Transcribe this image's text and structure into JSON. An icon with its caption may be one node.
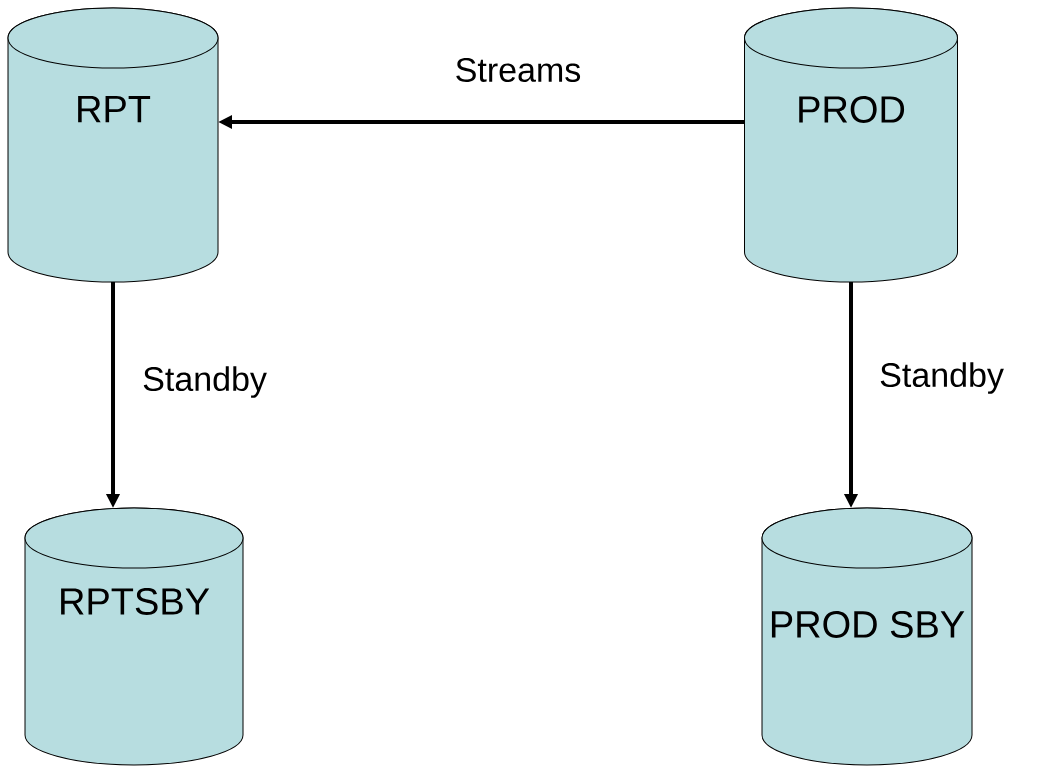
{
  "diagram": {
    "nodes": [
      {
        "text": [
          "RPT"
        ]
      },
      {
        "text": [
          "PROD"
        ]
      },
      {
        "text": [
          "RPTSBY"
        ]
      },
      {
        "text": [
          "PROD SBY"
        ]
      }
    ],
    "edges": [
      {
        "from": 1,
        "to": 0,
        "arrow": "to",
        "label": "Streams"
      },
      {
        "from": 0,
        "to": 2,
        "arrow": "to",
        "label": "Standby"
      },
      {
        "from": 1,
        "to": 3,
        "arrow": "to",
        "label": "Standby"
      }
    ]
  }
}
